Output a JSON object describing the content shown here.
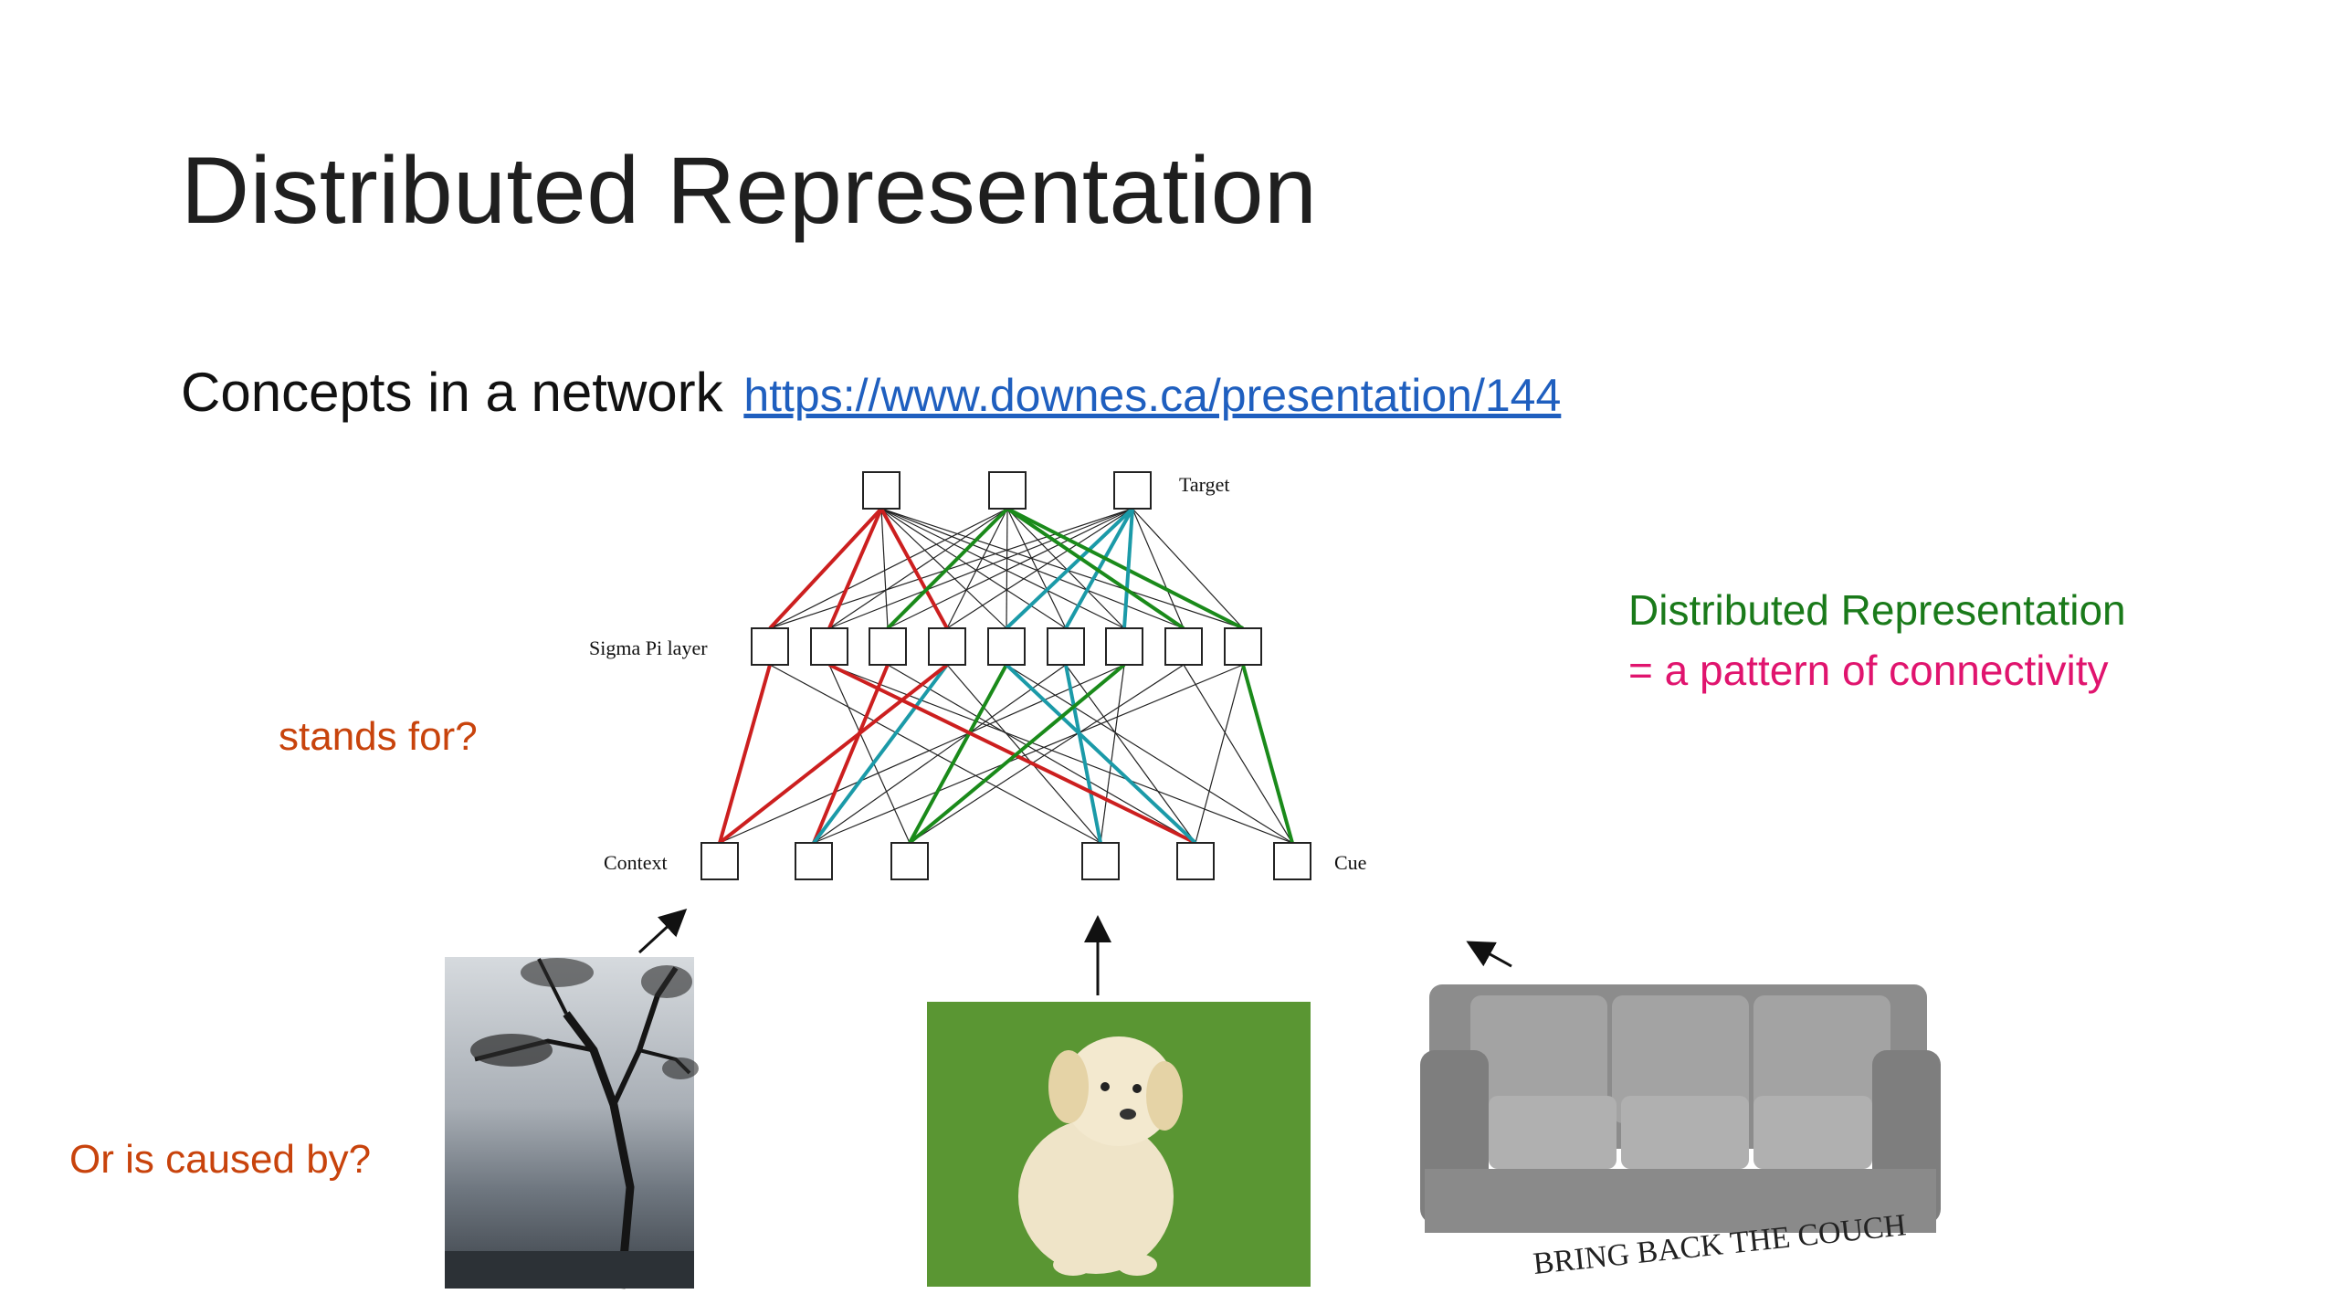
{
  "slide": {
    "title": "Distributed Representation",
    "subtitle": "Concepts in a network",
    "link": "https://www.downes.ca/presentation/144",
    "right_note_line1": "Distributed Representation",
    "right_note_line2": "= a pattern of connectivity",
    "question_1": "stands for?",
    "question_2": "Or is caused by?"
  },
  "diagram": {
    "label_target": "Target",
    "label_sigma": "Sigma Pi layer",
    "label_context": "Context",
    "label_cue": "Cue"
  },
  "images": {
    "couch_caption": "BRING BACK THE COUCH"
  },
  "colors": {
    "red": "#cc1f1f",
    "teal": "#1b9aa8",
    "green": "#1a8a1a"
  }
}
